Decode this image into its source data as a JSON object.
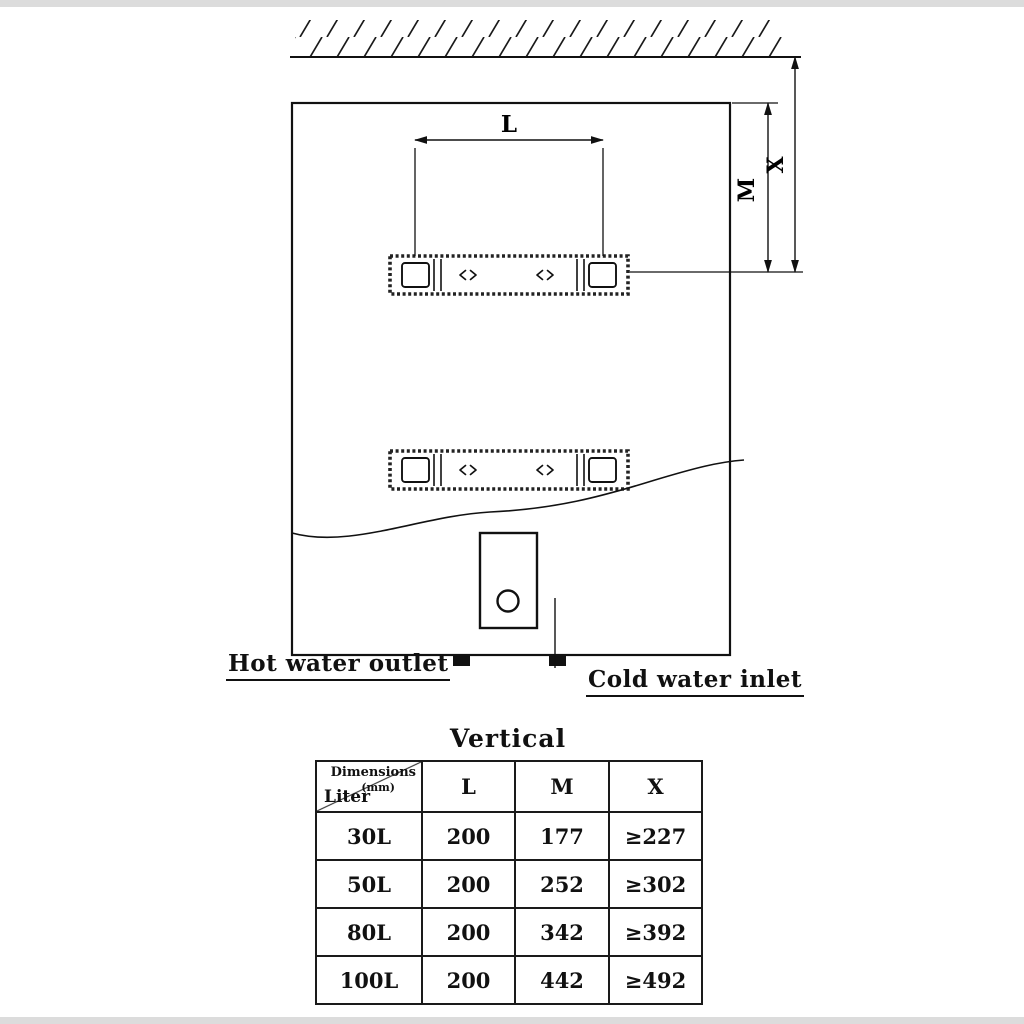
{
  "diagram": {
    "dim_l_label": "L",
    "dim_m_label": "M",
    "dim_x_label": "X",
    "hot_outlet_label": "Hot water outlet",
    "cold_inlet_label": "Cold water inlet"
  },
  "table": {
    "title": "Vertical",
    "header": {
      "corner_top": "Dimensions",
      "corner_unit": "(mm)",
      "corner_bottom": "Liter",
      "cols": [
        "L",
        "M",
        "X"
      ]
    },
    "rows": [
      {
        "liter": "30L",
        "l": "200",
        "m": "177",
        "x": "≥227"
      },
      {
        "liter": "50L",
        "l": "200",
        "m": "252",
        "x": "≥302"
      },
      {
        "liter": "80L",
        "l": "200",
        "m": "342",
        "x": "≥392"
      },
      {
        "liter": "100L",
        "l": "200",
        "m": "442",
        "x": "≥492"
      }
    ]
  }
}
